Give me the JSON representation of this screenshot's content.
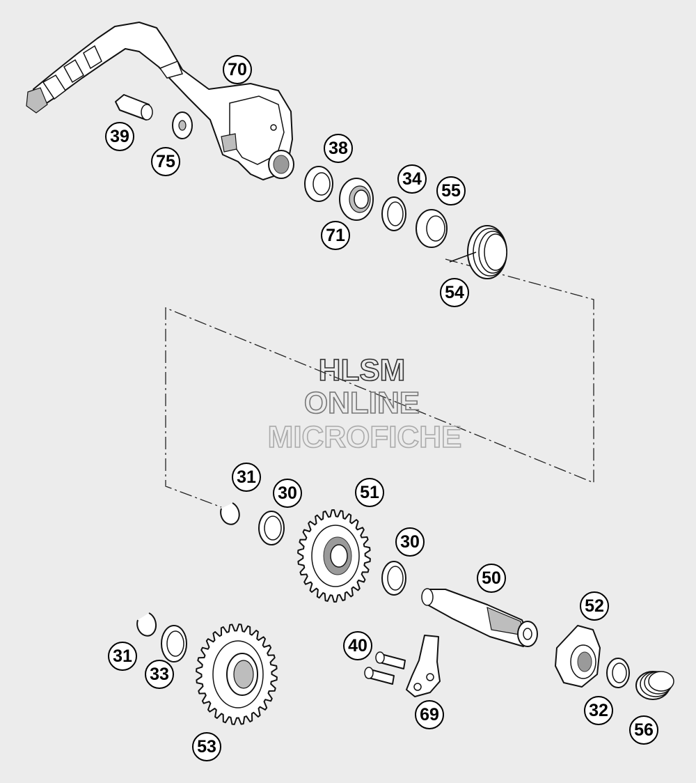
{
  "watermark": {
    "line1": "HLSM",
    "line2": "ONLINE",
    "line3": "MICROFICHE"
  },
  "callouts": {
    "c70": "70",
    "c39": "39",
    "c75": "75",
    "c38": "38",
    "c34": "34",
    "c55": "55",
    "c71": "71",
    "c54": "54",
    "c31a": "31",
    "c30a": "30",
    "c51": "51",
    "c30b": "30",
    "c50": "50",
    "c52": "52",
    "c40": "40",
    "c31b": "31",
    "c33": "33",
    "c69": "69",
    "c32": "32",
    "c56": "56",
    "c53": "53"
  },
  "colors": {
    "background": "#ececec",
    "line": "#111111"
  }
}
